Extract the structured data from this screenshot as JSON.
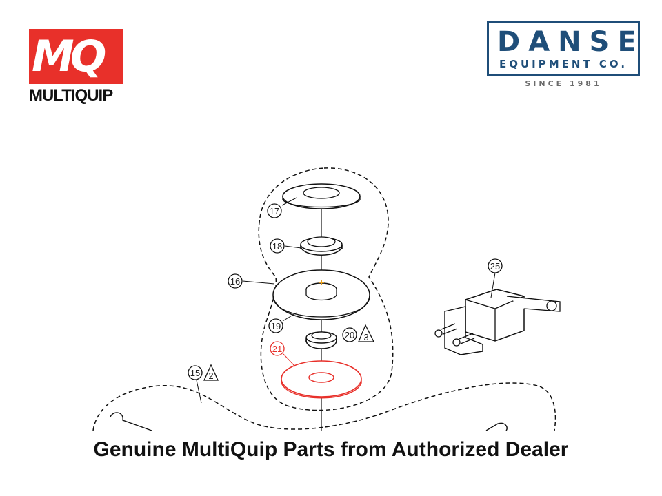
{
  "logos": {
    "multiquip_badge": "MQ",
    "multiquip_name": "MULTIQUIP",
    "danse_name": "DANSE",
    "danse_sub": "EQUIPMENT CO.",
    "danse_since": "SINCE 1981"
  },
  "diagram": {
    "callouts": [
      "17",
      "18",
      "16",
      "19",
      "20",
      "21",
      "25",
      "15"
    ],
    "notes": [
      "3",
      "2"
    ],
    "highlight_color": "#e8302a",
    "highlighted_callout": "21"
  },
  "caption": "Genuine MultiQuip Parts from Authorized Dealer",
  "colors": {
    "brand_red": "#e8302a",
    "danse_blue": "#1f4e79"
  }
}
